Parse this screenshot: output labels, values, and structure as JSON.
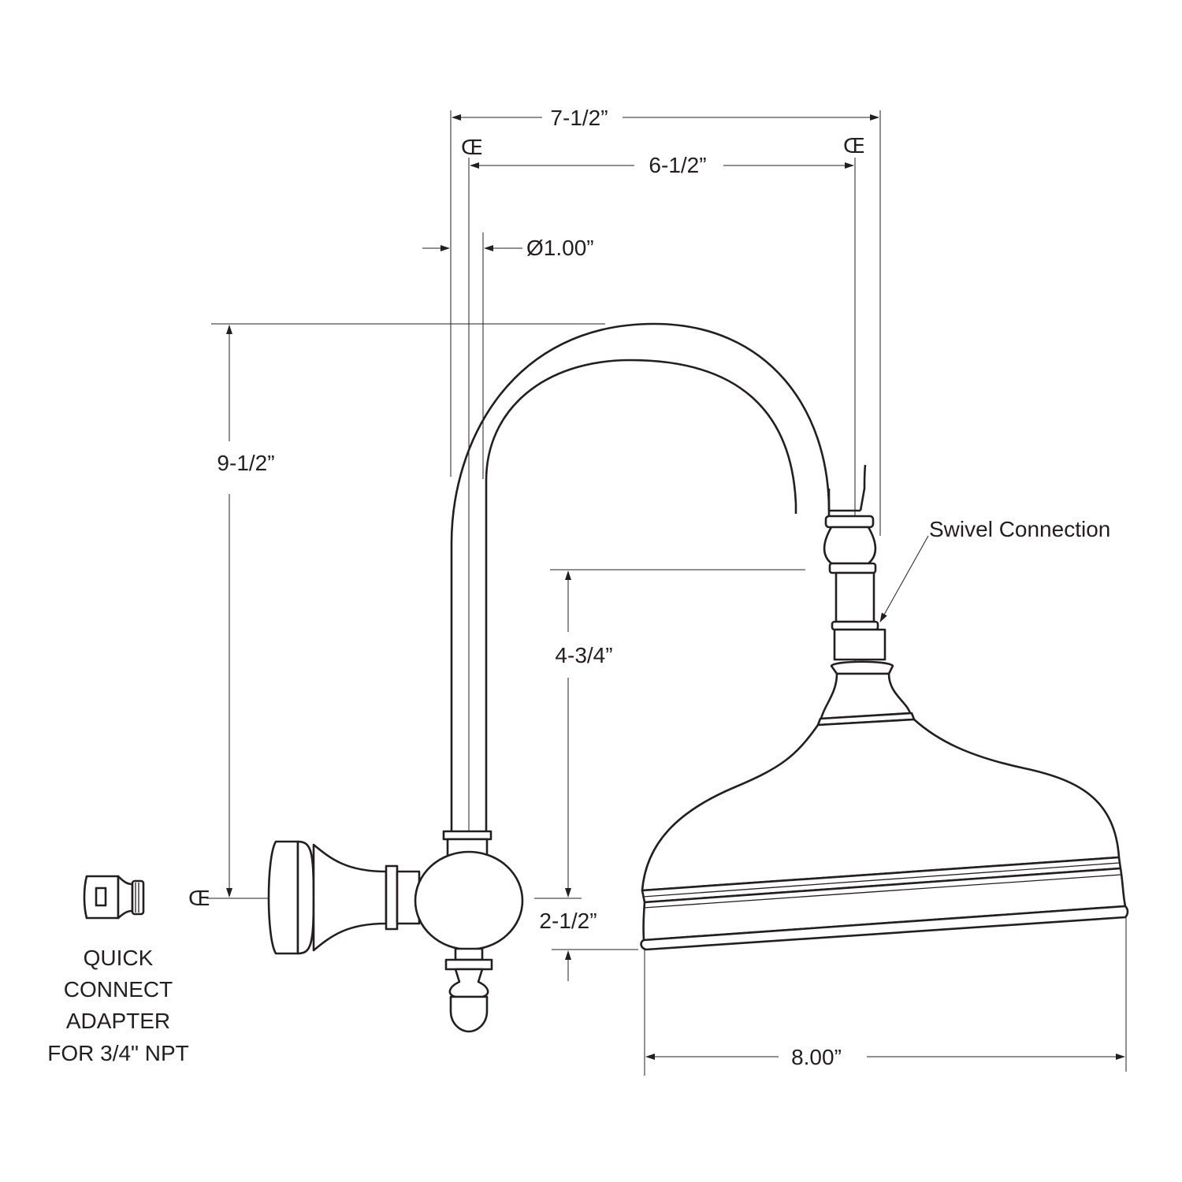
{
  "dimensions": {
    "overall_width": "7-1/2”",
    "centerline_spacing": "6-1/2”",
    "pipe_diameter": "Ø1.00”",
    "arm_height": "9-1/2”",
    "head_drop": "4-3/4”",
    "head_offset": "2-1/2”",
    "head_diameter": "8.00”"
  },
  "centerline_symbol": "Œ",
  "callouts": {
    "swivel": "Swivel Connection"
  },
  "adapter_caption": [
    "QUICK",
    "CONNECT",
    "ADAPTER",
    "FOR 3/4\" NPT"
  ],
  "colors": {
    "ink": "#231f20",
    "background": "#ffffff"
  }
}
